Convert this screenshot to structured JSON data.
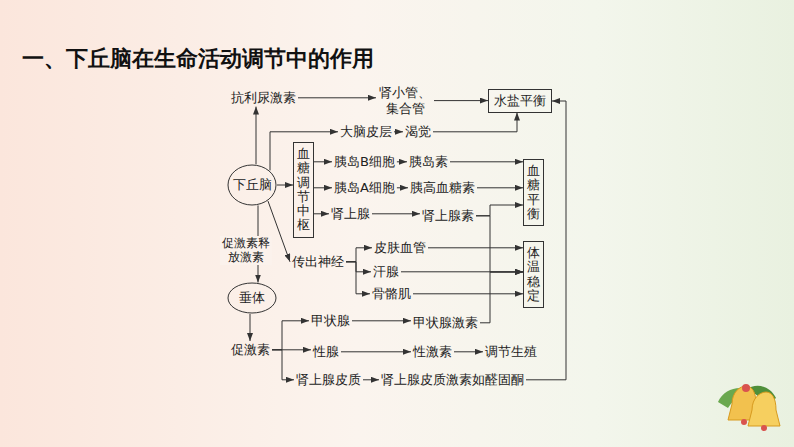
{
  "diagram": {
    "title": "一、下丘脑在生命活动调节中的作用",
    "nodes": [
      {
        "text": [
          "下丘脑"
        ]
      },
      {
        "text": [
          "抗利尿激素"
        ]
      },
      {
        "text": [
          "肾小管、集合管"
        ]
      },
      {
        "text": [
          "水盐平衡"
        ]
      },
      {
        "text": [
          "大脑皮层"
        ]
      },
      {
        "text": [
          "渴觉"
        ]
      },
      {
        "text": [
          "血糖调节中枢"
        ]
      },
      {
        "text": [
          "胰岛B细胞"
        ]
      },
      {
        "text": [
          "胰岛素"
        ]
      },
      {
        "text": [
          "胰岛A细胞"
        ]
      },
      {
        "text": [
          "胰高血糖素"
        ]
      },
      {
        "text": [
          "肾上腺"
        ]
      },
      {
        "text": [
          "肾上腺素"
        ]
      },
      {
        "text": [
          "血糖平衡"
        ]
      },
      {
        "text": [
          "传出神经"
        ]
      },
      {
        "text": [
          "皮肤血管"
        ]
      },
      {
        "text": [
          "汗腺"
        ]
      },
      {
        "text": [
          "骨骼肌"
        ]
      },
      {
        "text": [
          "体温稳定"
        ]
      },
      {
        "text": [
          "垂体"
        ]
      },
      {
        "text": [
          "促激素"
        ]
      },
      {
        "text": [
          "甲状腺"
        ]
      },
      {
        "text": [
          "甲状腺激素"
        ]
      },
      {
        "text": [
          "性腺"
        ]
      },
      {
        "text": [
          "性激素"
        ]
      },
      {
        "text": [
          "调节生殖"
        ]
      },
      {
        "text": [
          "肾上腺皮质"
        ]
      },
      {
        "text": [
          "肾上腺皮质激素如醛固酮"
        ]
      }
    ],
    "edges": [
      {
        "from": 0,
        "to": 1,
        "arrow": "to"
      },
      {
        "from": 1,
        "to": 2,
        "arrow": "to"
      },
      {
        "from": 2,
        "to": 3,
        "arrow": "to"
      },
      {
        "from": 0,
        "to": 4,
        "arrow": "to"
      },
      {
        "from": 4,
        "to": 5,
        "arrow": "to"
      },
      {
        "from": 5,
        "to": 3,
        "arrow": "to"
      },
      {
        "from": 0,
        "to": 6,
        "arrow": "to"
      },
      {
        "from": 6,
        "to": 7,
        "arrow": "to"
      },
      {
        "from": 7,
        "to": 8,
        "arrow": "to"
      },
      {
        "from": 8,
        "to": 13,
        "arrow": "to"
      },
      {
        "from": 6,
        "to": 9,
        "arrow": "to"
      },
      {
        "from": 9,
        "to": 10,
        "arrow": "to"
      },
      {
        "from": 10,
        "to": 13,
        "arrow": "to"
      },
      {
        "from": 6,
        "to": 11,
        "arrow": "to"
      },
      {
        "from": 11,
        "to": 12,
        "arrow": "to"
      },
      {
        "from": 12,
        "to": 13,
        "arrow": "to"
      },
      {
        "from": 12,
        "to": 18,
        "arrow": "to"
      },
      {
        "from": 0,
        "to": 14,
        "arrow": "to"
      },
      {
        "from": 14,
        "to": 15,
        "arrow": "to"
      },
      {
        "from": 14,
        "to": 16,
        "arrow": "to"
      },
      {
        "from": 14,
        "to": 17,
        "arrow": "to"
      },
      {
        "from": 15,
        "to": 18,
        "arrow": "to"
      },
      {
        "from": 16,
        "to": 18,
        "arrow": "to"
      },
      {
        "from": 17,
        "to": 18,
        "arrow": "to"
      },
      {
        "from": 0,
        "to": 19,
        "label": "促激素释放激素",
        "arrow": "to"
      },
      {
        "from": 19,
        "to": 20,
        "arrow": "to"
      },
      {
        "from": 20,
        "to": 21,
        "arrow": "to"
      },
      {
        "from": 20,
        "to": 23,
        "arrow": "to"
      },
      {
        "from": 20,
        "to": 26,
        "arrow": "to"
      },
      {
        "from": 21,
        "to": 22,
        "arrow": "to"
      },
      {
        "from": 23,
        "to": 24,
        "arrow": "to"
      },
      {
        "from": 24,
        "to": 25,
        "arrow": "to"
      },
      {
        "from": 26,
        "to": 27,
        "arrow": "to"
      },
      {
        "from": 22,
        "to": 18,
        "arrow": "to"
      },
      {
        "from": 27,
        "to": 3,
        "arrow": "to"
      }
    ]
  }
}
